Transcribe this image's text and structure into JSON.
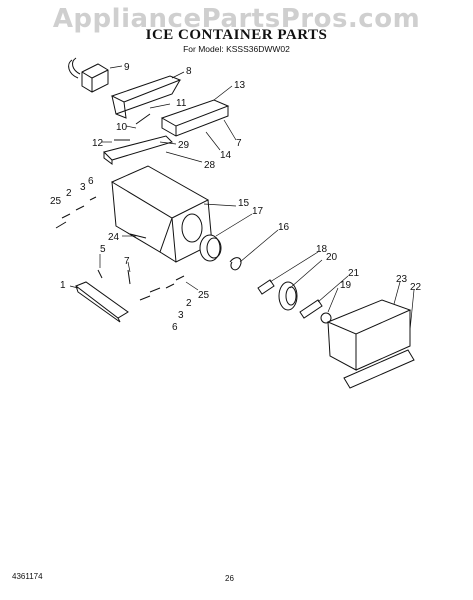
{
  "watermark": "AppliancePartsPros.com",
  "title": "ICE CONTAINER PARTS",
  "subtitle": "For Model: KSSS36DWW02",
  "footer": {
    "doc_number": "4361174",
    "page_number": "26"
  },
  "callouts": [
    "9",
    "8",
    "11",
    "13",
    "10",
    "7",
    "12",
    "29",
    "14",
    "28",
    "25",
    "2",
    "3",
    "6",
    "15",
    "17",
    "24",
    "16",
    "18",
    "20",
    "21",
    "19",
    "23",
    "22",
    "1",
    "5",
    "7",
    "25",
    "2",
    "3",
    "6"
  ]
}
